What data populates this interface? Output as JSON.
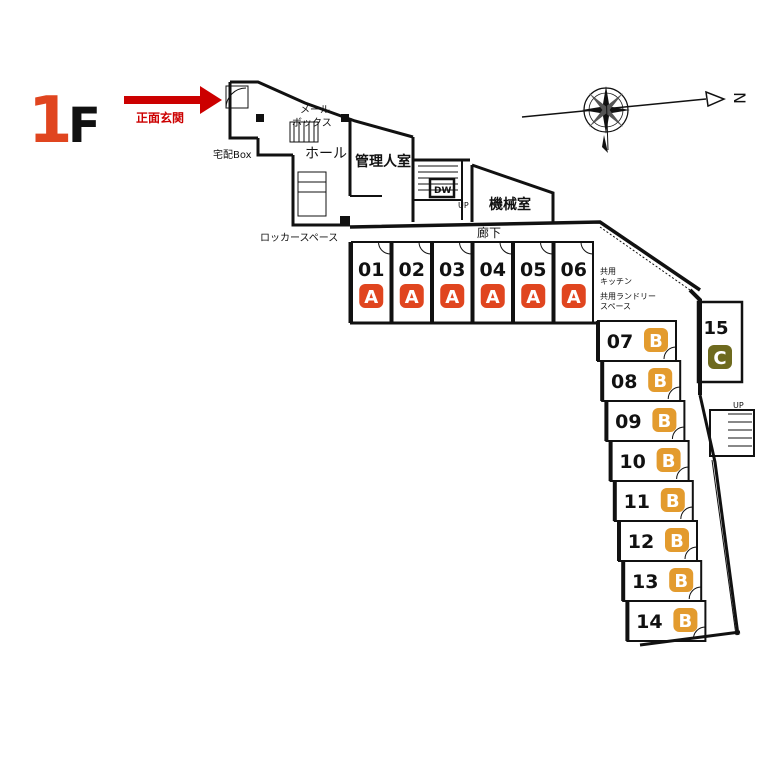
{
  "floor": {
    "number": "1",
    "letter": "F"
  },
  "entrance": {
    "label": "正面玄関"
  },
  "compass": {
    "north": "N"
  },
  "labels": {
    "mail_box": "メール\nボックス",
    "hall": "ホール",
    "manager_room": "管理人室",
    "takuhai_box": "宅配Box",
    "locker_space": "ロッカースペース",
    "machine_room": "機械室",
    "dw": "DW",
    "up1": "UP",
    "up2": "UP",
    "corridor": "廊下",
    "shared_kitchen": "共用\nキッチン",
    "shared_laundry": "共用ランドリー\nスペース"
  },
  "rooms": [
    {
      "number": "01",
      "type": "A"
    },
    {
      "number": "02",
      "type": "A"
    },
    {
      "number": "03",
      "type": "A"
    },
    {
      "number": "04",
      "type": "A"
    },
    {
      "number": "05",
      "type": "A"
    },
    {
      "number": "06",
      "type": "A"
    },
    {
      "number": "07",
      "type": "B"
    },
    {
      "number": "08",
      "type": "B"
    },
    {
      "number": "09",
      "type": "B"
    },
    {
      "number": "10",
      "type": "B"
    },
    {
      "number": "11",
      "type": "B"
    },
    {
      "number": "12",
      "type": "B"
    },
    {
      "number": "13",
      "type": "B"
    },
    {
      "number": "14",
      "type": "B"
    },
    {
      "number": "15",
      "type": "C"
    }
  ],
  "colors": {
    "floor_number": "#e0451f",
    "arrow": "#cc0000",
    "entrance_text": "#cc0000",
    "type_A": "#e0451f",
    "type_B": "#e39b2e",
    "type_C": "#6e6a1e",
    "wall": "#111111"
  }
}
